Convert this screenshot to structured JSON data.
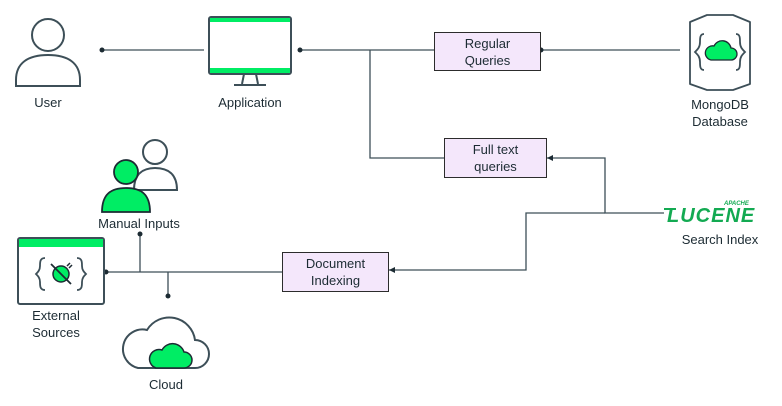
{
  "colors": {
    "accent": "#00ed64",
    "box_fill": "#f4e7fb",
    "stroke": "#3d4f58",
    "lucene": "#13aa52"
  },
  "nodes": {
    "user": {
      "label": "User",
      "icon": "user-icon"
    },
    "application": {
      "label": "Application",
      "icon": "monitor-icon"
    },
    "mongodb": {
      "label_line1": "MongoDB",
      "label_line2": "Database",
      "icon": "database-cloud-icon"
    },
    "manual_inputs": {
      "label": "Manual Inputs",
      "icon": "users-icon"
    },
    "external_sources": {
      "label_line1": "External",
      "label_line2": "Sources",
      "icon": "plugin-window-icon"
    },
    "cloud": {
      "label": "Cloud",
      "icon": "cloud-icon"
    },
    "search_index": {
      "label": "Search Index",
      "logo_small": "APACHE",
      "logo_text": "LUCENE",
      "icon": "lucene-logo"
    }
  },
  "boxes": {
    "regular_queries": {
      "line1": "Regular",
      "line2": "Queries"
    },
    "full_text_queries": {
      "line1": "Full text",
      "line2": "queries"
    },
    "document_indexing": {
      "line1": "Document",
      "line2": "Indexing"
    }
  }
}
